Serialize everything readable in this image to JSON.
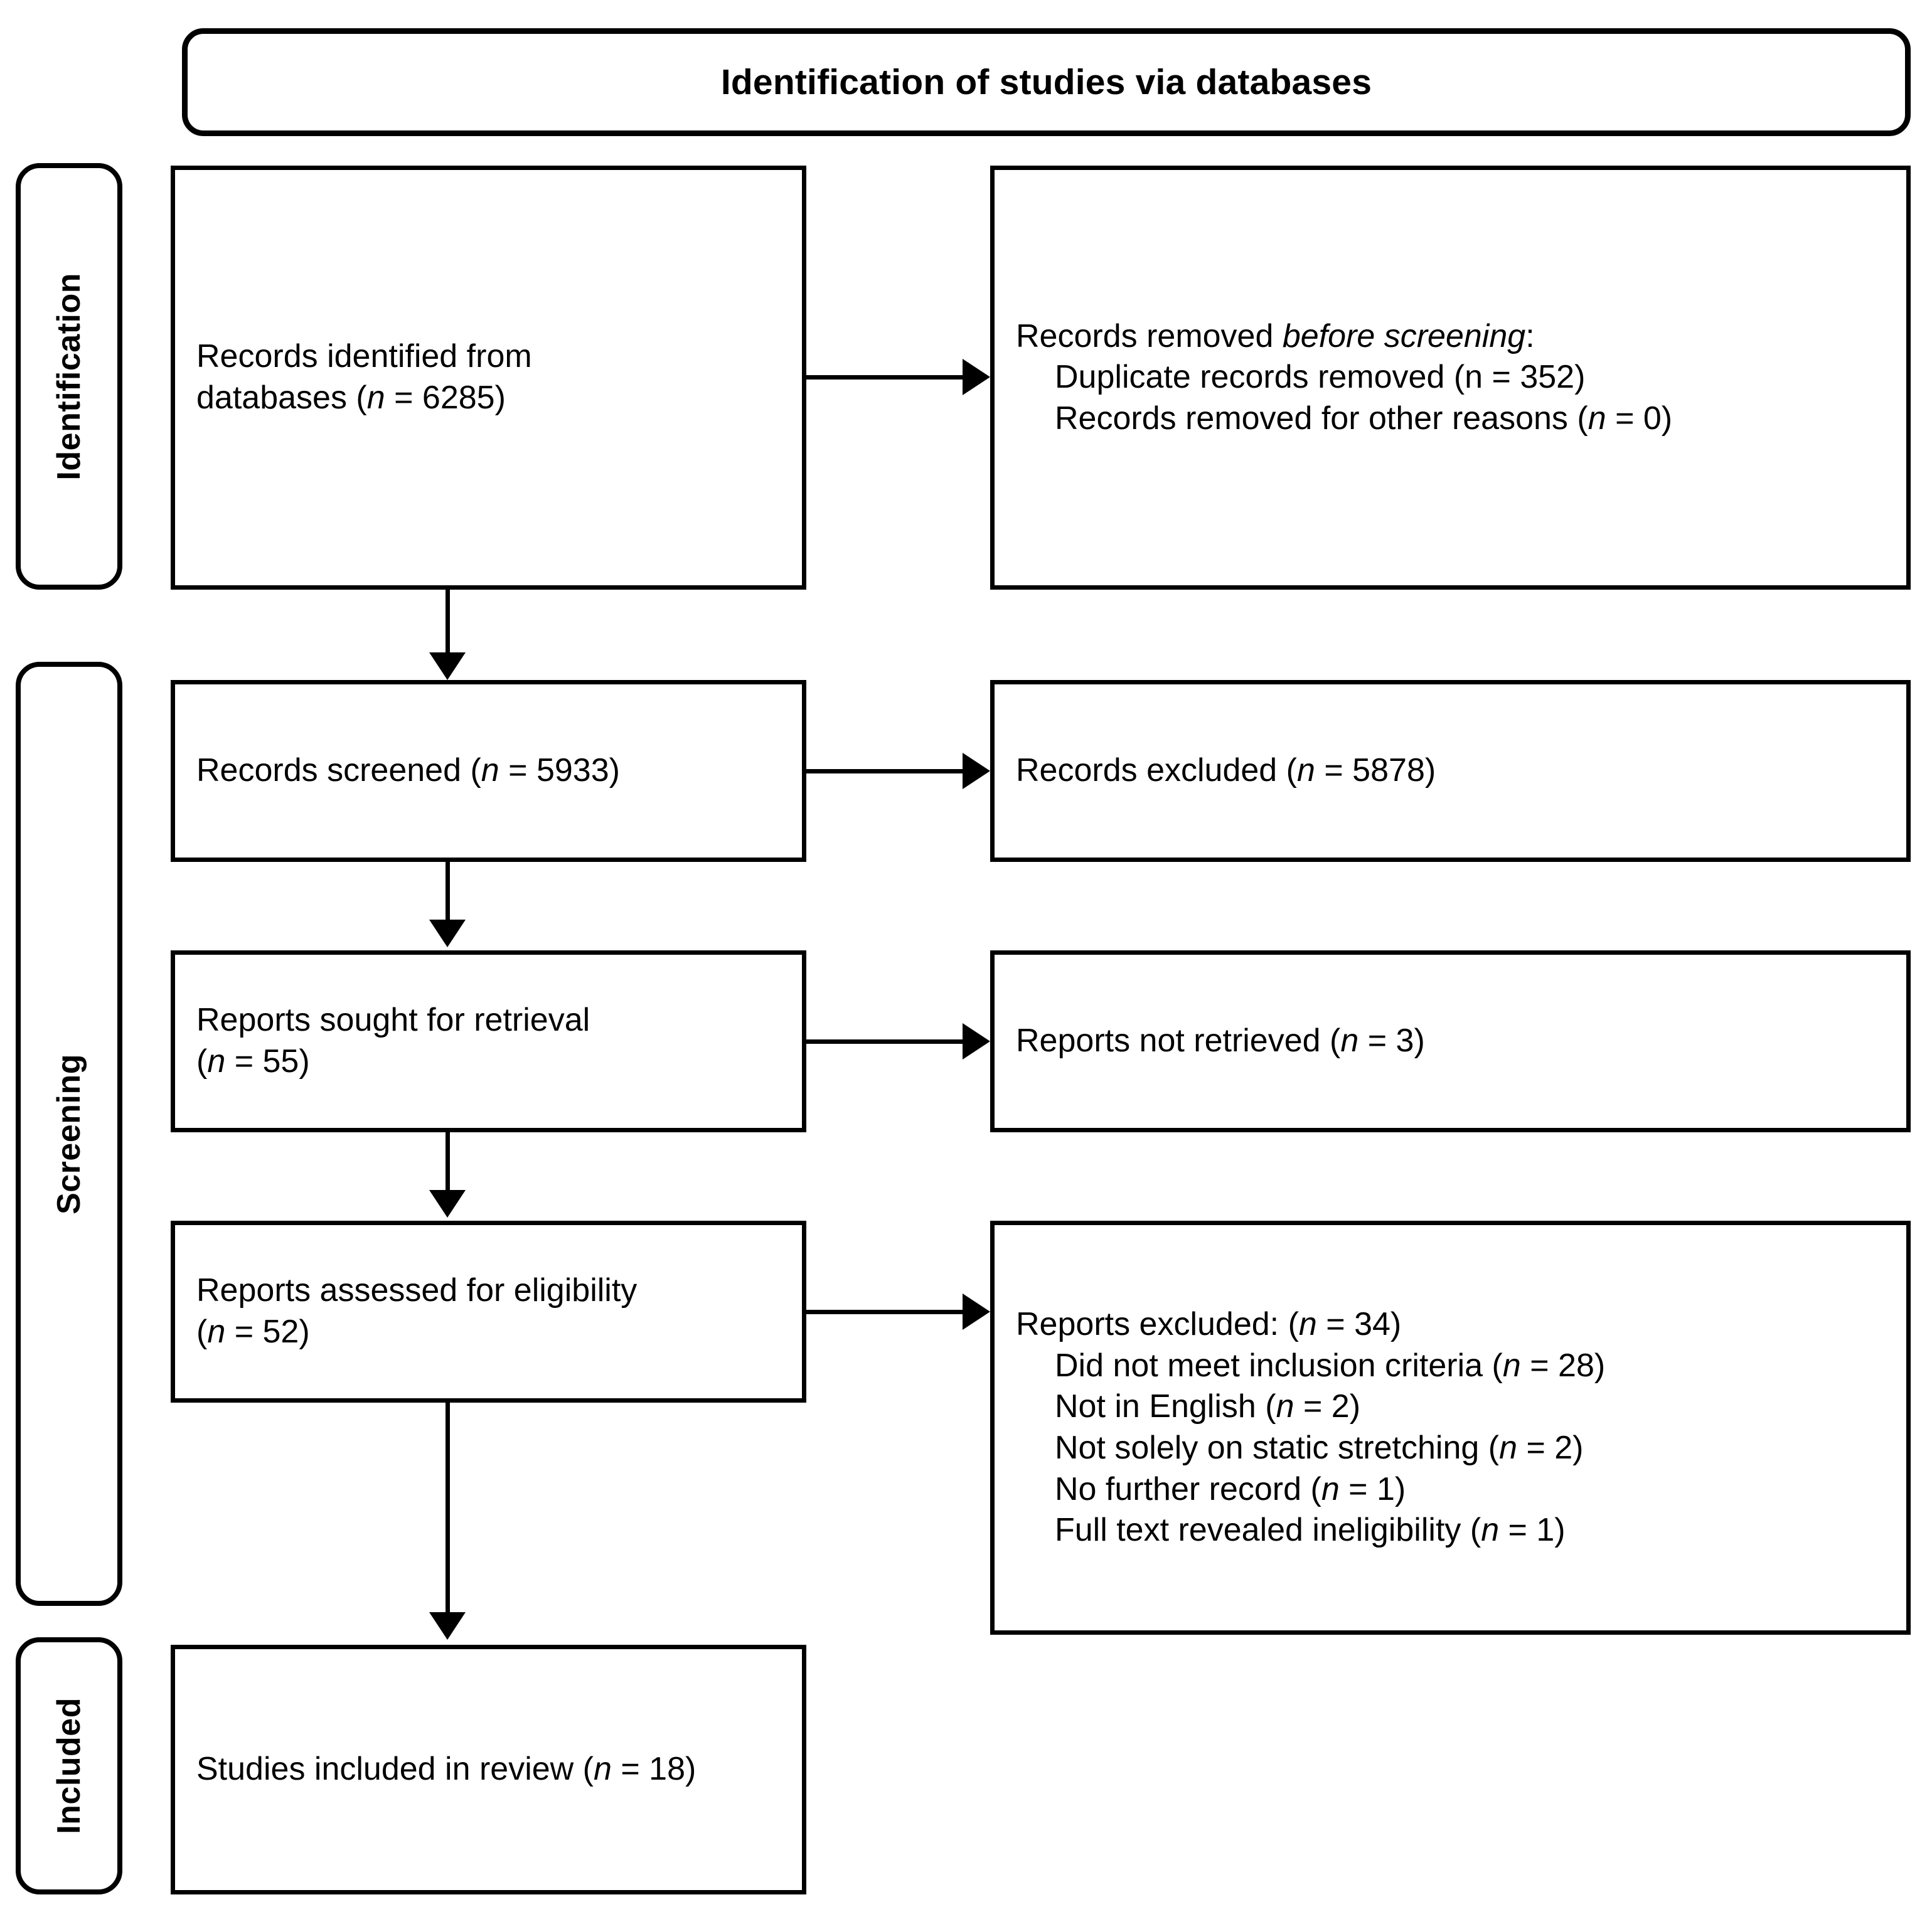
{
  "header": {
    "title": "Identification of studies via databases"
  },
  "stages": [
    {
      "id": "identification",
      "label": "Identification"
    },
    {
      "id": "screening",
      "label": "Screening"
    },
    {
      "id": "included",
      "label": "Included"
    }
  ],
  "boxes": {
    "identified": {
      "line1": "Records identified from",
      "line2_prefix": "databases (",
      "line2_n": "n",
      "line2_suffix": " = 6285)"
    },
    "removed": {
      "heading_prefix": "Records removed ",
      "heading_italic": "before screening",
      "heading_suffix": ":",
      "item1": "Duplicate records removed (n = 352)",
      "item2_prefix": "Records removed for other reasons (",
      "item2_n": "n",
      "item2_suffix": " = 0)"
    },
    "screened": {
      "prefix": "Records screened (",
      "n": "n",
      "suffix": " = 5933)"
    },
    "records_excluded": {
      "prefix": "Records excluded (",
      "n": "n",
      "suffix": " = 5878)"
    },
    "sought": {
      "line1": "Reports sought for retrieval",
      "line2_prefix": "(",
      "line2_n": "n",
      "line2_suffix": " = 55)"
    },
    "not_retrieved": {
      "prefix": "Reports not retrieved (",
      "n": "n",
      "suffix": " = 3)"
    },
    "assessed": {
      "line1": "Reports assessed for eligibility",
      "line2_prefix": "(",
      "line2_n": "n",
      "line2_suffix": " = 52)"
    },
    "reports_excluded": {
      "heading_prefix": "Reports excluded: (",
      "heading_n": "n",
      "heading_suffix": " = 34)",
      "reasons": [
        {
          "prefix": "Did not meet inclusion criteria (",
          "n": "n",
          "suffix": " = 28)"
        },
        {
          "prefix": "Not in English (",
          "n": "n",
          "suffix": " = 2)"
        },
        {
          "prefix": "Not solely on static stretching (",
          "n": "n",
          "suffix": " = 2)"
        },
        {
          "prefix": "No further record (",
          "n": "n",
          "suffix": " = 1)"
        },
        {
          "prefix": "Full text revealed ineligibility (",
          "n": "n",
          "suffix": " = 1)"
        }
      ]
    },
    "included": {
      "prefix": "Studies included in review (",
      "n": "n",
      "suffix": " = 18)"
    }
  },
  "colors": {
    "stroke": "#000000",
    "background": "#ffffff",
    "text": "#000000"
  }
}
